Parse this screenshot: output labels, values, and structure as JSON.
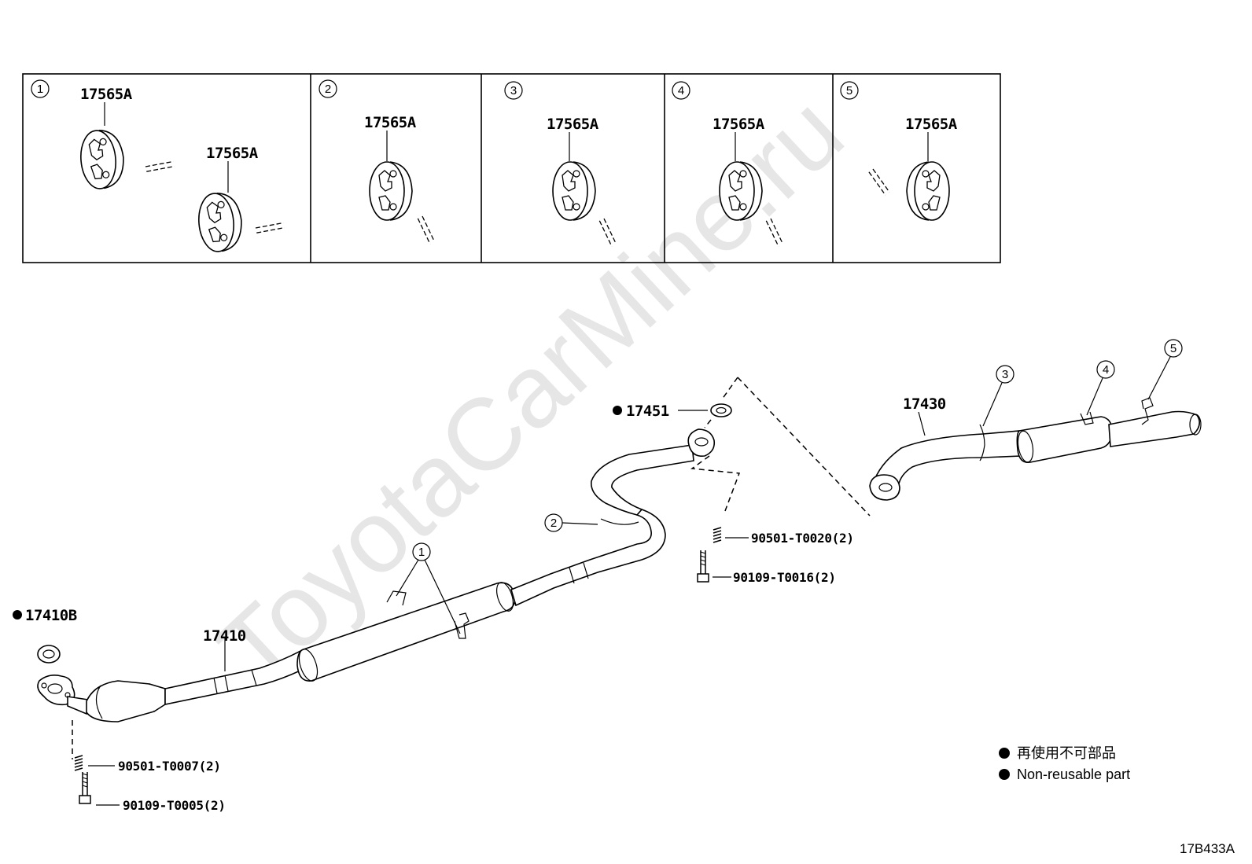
{
  "watermark": "ToyotaCarMine.ru",
  "detail_panels": [
    {
      "index": "1",
      "labels": [
        "17565A",
        "17565A"
      ]
    },
    {
      "index": "2",
      "labels": [
        "17565A"
      ]
    },
    {
      "index": "3",
      "labels": [
        "17565A"
      ]
    },
    {
      "index": "4",
      "labels": [
        "17565A"
      ]
    },
    {
      "index": "5",
      "labels": [
        "17565A"
      ]
    }
  ],
  "parts": {
    "gasket_front": "17410B",
    "front_pipe": "17410",
    "gasket_mid": "17451",
    "tail_pipe": "17430",
    "spring_front": "90501-T0007(2)",
    "bolt_front": "90109-T0005(2)",
    "spring_rear": "90501-T0020(2)",
    "bolt_rear": "90109-T0016(2)"
  },
  "callouts": [
    "1",
    "2",
    "3",
    "4",
    "5"
  ],
  "legend": {
    "japanese": "再使用不可部品",
    "english": "Non-reusable part"
  },
  "diagram_code": "17B433A"
}
